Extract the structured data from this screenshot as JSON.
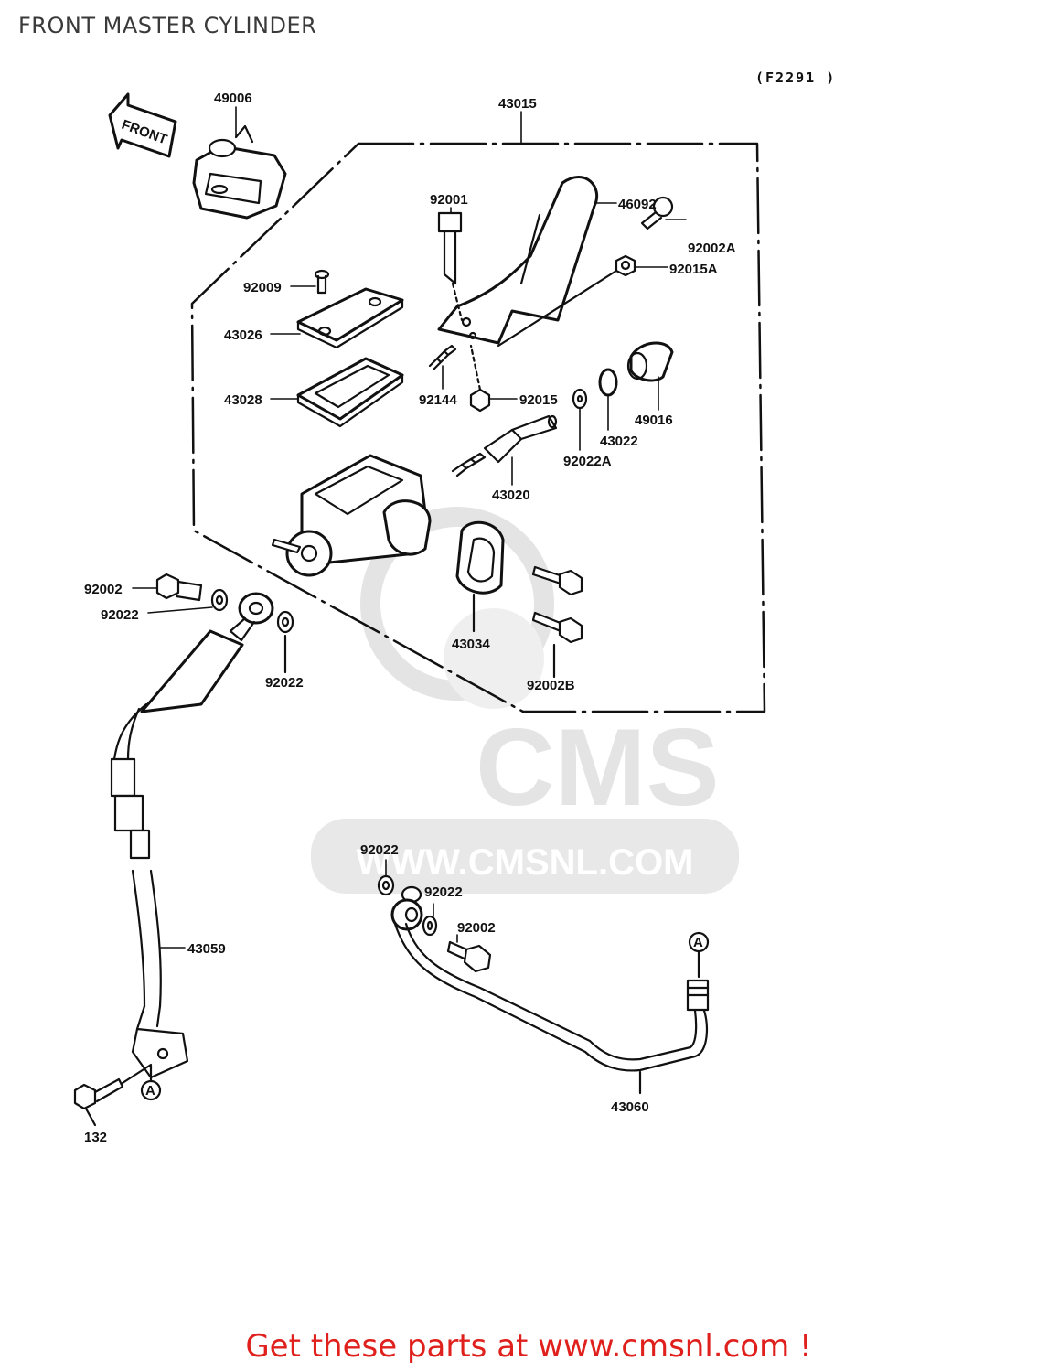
{
  "header": {
    "title": "FRONT MASTER CYLINDER",
    "code": "(F2291 )"
  },
  "front_arrow": {
    "label": "FRONT"
  },
  "watermark": {
    "logo": "CMS",
    "url": "WWW.CMSNL.COM"
  },
  "parts": {
    "p49006": "49006",
    "p43015": "43015",
    "p92001": "92001",
    "p46092": "46092",
    "p92002A": "92002A",
    "p92015A": "92015A",
    "p92009": "92009",
    "p43026": "43026",
    "p43028": "43028",
    "p92144": "92144",
    "p92015": "92015",
    "p43022": "43022",
    "p49016": "49016",
    "p92022A": "92022A",
    "p43020": "43020",
    "p92002_a": "92002",
    "p92022_a": "92022",
    "p92022_b": "92022",
    "p43034": "43034",
    "p92002B": "92002B",
    "p92022_c": "92022",
    "p92022_d": "92022",
    "p92002_b": "92002",
    "p43059": "43059",
    "p132": "132",
    "p43060": "43060",
    "refA1": "A",
    "refA2": "A"
  },
  "footer": {
    "text": "Get these parts at www.cmsnl.com !"
  },
  "colors": {
    "ink": "#111111",
    "footer": "#e0201c",
    "watermark": "#e4e4e4"
  }
}
